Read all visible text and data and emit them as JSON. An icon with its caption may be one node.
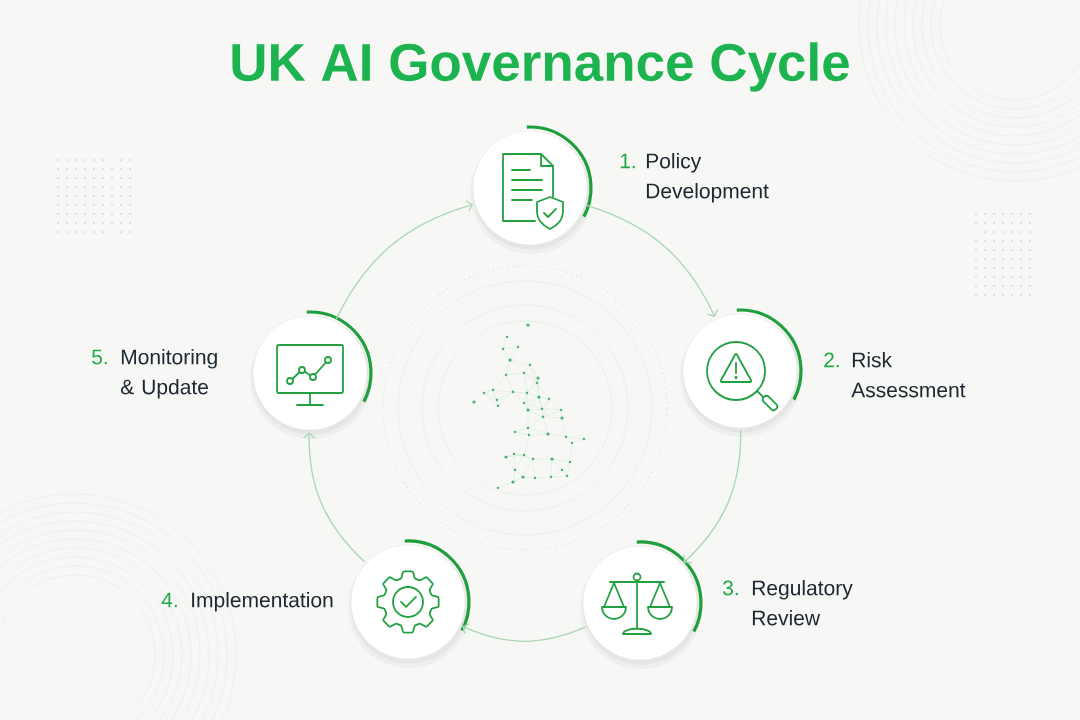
{
  "diagram": {
    "title": "UK AI Governance Cycle",
    "nodes": [
      {
        "text": [
          "1.",
          "Policy Development"
        ]
      },
      {
        "text": [
          "2.",
          "Risk Assessment"
        ]
      },
      {
        "text": [
          "3.",
          "Regulatory Review"
        ]
      },
      {
        "text": [
          "4.",
          "Implementation"
        ]
      },
      {
        "text": [
          "5.",
          "Monitoring & Update"
        ]
      }
    ],
    "edges": [
      {
        "from": 0,
        "to": 1,
        "arrow": "to"
      },
      {
        "from": 1,
        "to": 2,
        "arrow": "to"
      },
      {
        "from": 2,
        "to": 3,
        "arrow": "to"
      },
      {
        "from": 3,
        "to": 4,
        "arrow": "to"
      },
      {
        "from": 4,
        "to": 0,
        "arrow": "to"
      }
    ]
  }
}
